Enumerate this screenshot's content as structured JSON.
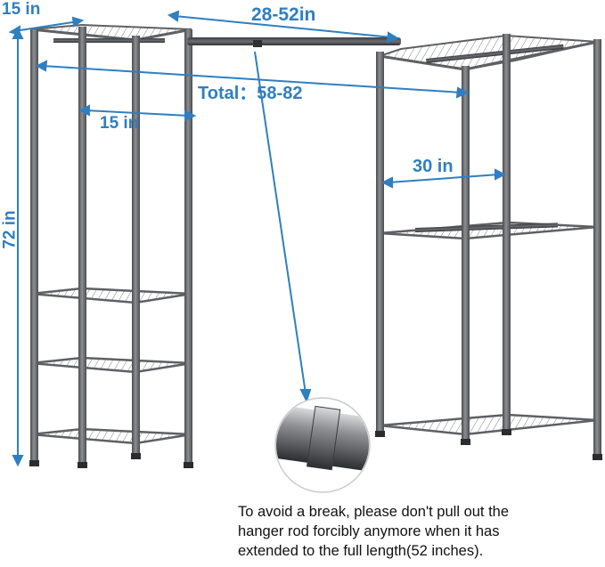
{
  "dimensions": {
    "depth_left": "15 in",
    "rod_range": "28-52in",
    "total_prefix": "Total：",
    "total_range": "58-82",
    "inner_width": "15 in",
    "right_width": "30 in",
    "height": "72 in"
  },
  "note": {
    "line1": "To avoid a break, please don't pull out the",
    "line2": "hanger rod forcibly anymore when it has",
    "line3": "extended to the full length(52 inches)."
  },
  "colors": {
    "dimension": "#2f7fc1",
    "frame": "#707276",
    "frame_dark": "#4a4b4e",
    "text": "#111111"
  }
}
